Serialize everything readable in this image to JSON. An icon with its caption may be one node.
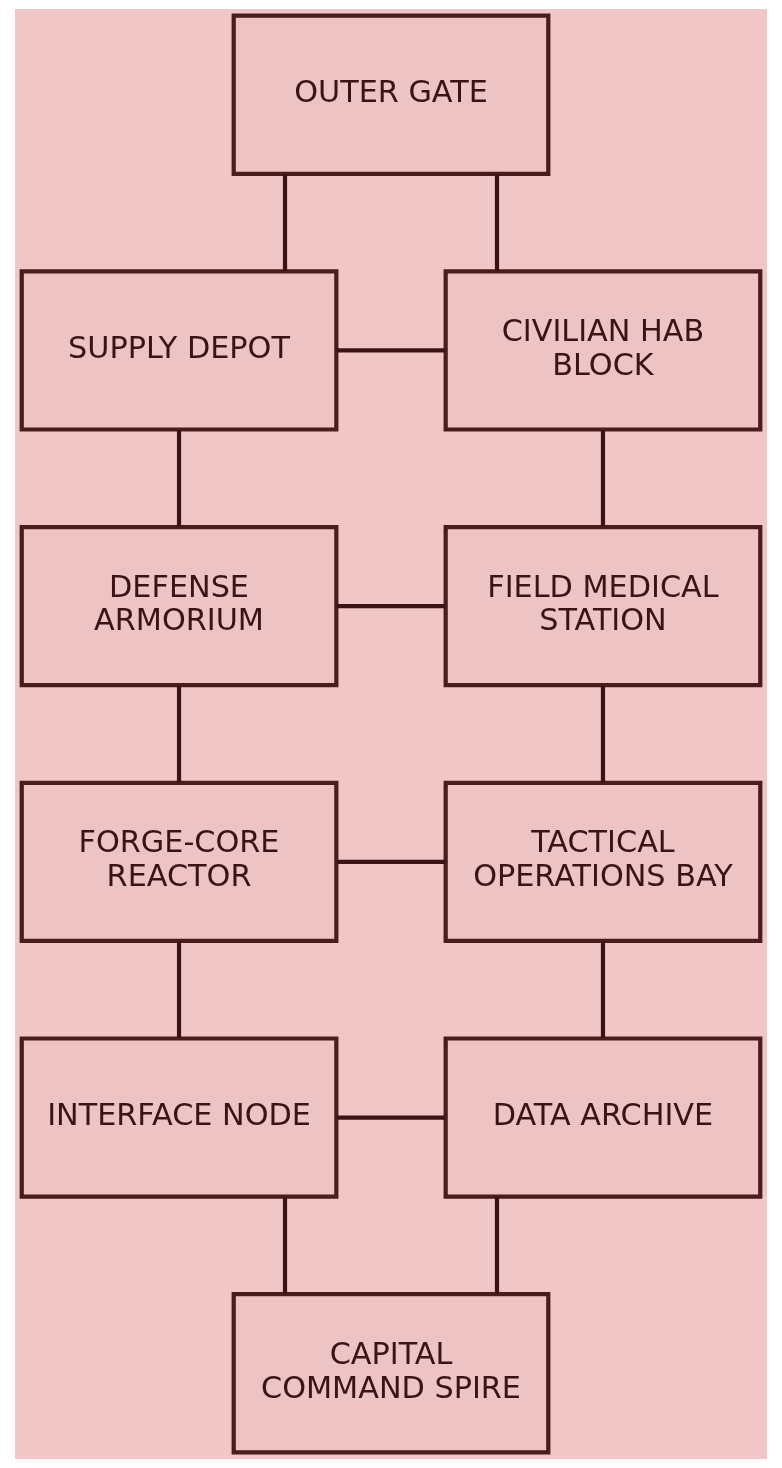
{
  "diagram": {
    "nodes": [
      {
        "text": [
          "OUTER GATE"
        ]
      },
      {
        "text": [
          "SUPPLY DEPOT"
        ]
      },
      {
        "text": [
          "CIVILIAN HAB BLOCK"
        ]
      },
      {
        "text": [
          "DEFENSE ARMORIUM"
        ]
      },
      {
        "text": [
          "FIELD MEDICAL STATION"
        ]
      },
      {
        "text": [
          "FORGE-CORE REACTOR"
        ]
      },
      {
        "text": [
          "TACTICAL OPERATIONS BAY"
        ]
      },
      {
        "text": [
          "INTERFACE NODE"
        ]
      },
      {
        "text": [
          "DATA ARCHIVE"
        ]
      },
      {
        "text": [
          "CAPITAL COMMAND SPIRE"
        ]
      }
    ],
    "edges": [
      {
        "from": 0,
        "to": 1,
        "arrow": "none"
      },
      {
        "from": 0,
        "to": 2,
        "arrow": "none"
      },
      {
        "from": 1,
        "to": 2,
        "arrow": "none"
      },
      {
        "from": 1,
        "to": 3,
        "arrow": "none"
      },
      {
        "from": 2,
        "to": 4,
        "arrow": "none"
      },
      {
        "from": 3,
        "to": 4,
        "arrow": "none"
      },
      {
        "from": 3,
        "to": 5,
        "arrow": "none"
      },
      {
        "from": 4,
        "to": 6,
        "arrow": "none"
      },
      {
        "from": 5,
        "to": 6,
        "arrow": "none"
      },
      {
        "from": 5,
        "to": 7,
        "arrow": "none"
      },
      {
        "from": 6,
        "to": 8,
        "arrow": "none"
      },
      {
        "from": 7,
        "to": 8,
        "arrow": "none"
      },
      {
        "from": 7,
        "to": 9,
        "arrow": "none"
      },
      {
        "from": 8,
        "to": 9,
        "arrow": "none"
      }
    ]
  }
}
